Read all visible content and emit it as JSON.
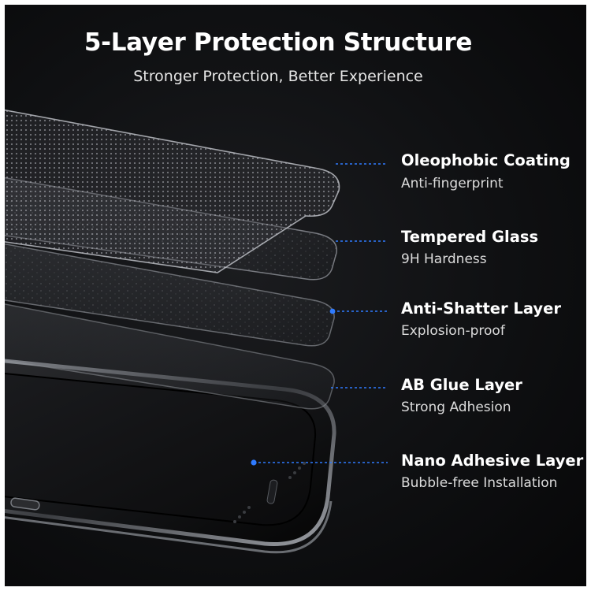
{
  "title": "5-Layer Protection Structure",
  "subtitle": "Stronger Protection, Better Experience",
  "layers": [
    {
      "name": "Oleophobic Coating",
      "description": "Anti-fingerprint"
    },
    {
      "name": "Tempered Glass",
      "description": "9H Hardness"
    },
    {
      "name": "Anti-Shatter Layer",
      "description": "Explosion-proof"
    },
    {
      "name": "AB Glue Layer",
      "description": "Strong Adhesion"
    },
    {
      "name": "Nano Adhesive Layer",
      "description": "Bubble-free Installation"
    }
  ],
  "colors": {
    "background": "#0f1012",
    "accent_dot": "#2f7bff",
    "text": "#ffffff"
  }
}
